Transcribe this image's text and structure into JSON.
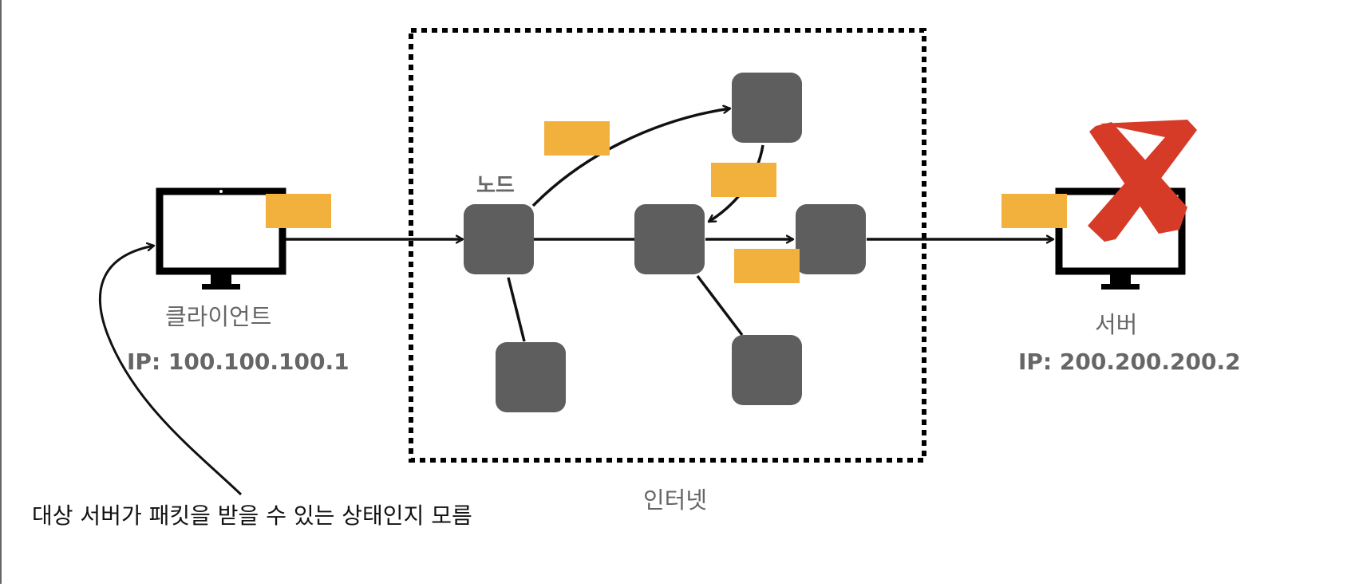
{
  "labels": {
    "client": "클라이언트",
    "client_ip": "IP: 100.100.100.1",
    "node": "노드",
    "internet": "인터넷",
    "server": "서버",
    "server_ip": "IP: 200.200.200.2",
    "note": "대상 서버가 패킷을 받을 수 있는 상태인지 모름"
  },
  "colors": {
    "node": "#5e5e5e",
    "packet": "#f1b13c",
    "monitor": "#000000",
    "failure_x": "#d63b27",
    "label_gray": "#666666"
  },
  "icons": {
    "client": "monitor-icon",
    "server": "monitor-icon",
    "failure": "x-mark-icon"
  }
}
